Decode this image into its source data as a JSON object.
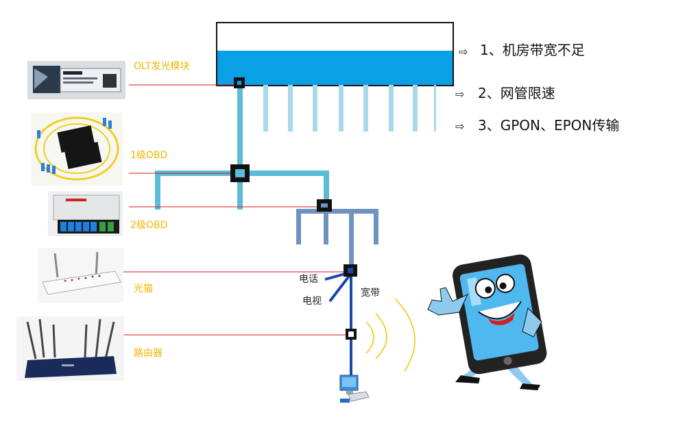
{
  "device_labels": {
    "olt_module": "OLT发光模块",
    "obd_level1": "1级OBD",
    "obd_level2": "2级OBD",
    "modem": "光猫",
    "router": "路由器"
  },
  "service_labels": {
    "phone": "电话",
    "tv": "电视",
    "broadband": "宽带"
  },
  "causes": [
    {
      "arrow": "⇨",
      "text": "1、机房带宽不足"
    },
    {
      "arrow": "⇨",
      "text": "2、网管限速"
    },
    {
      "arrow": "⇨",
      "text": "3、GPON、EPON传输"
    }
  ],
  "colors": {
    "olt_fill": "#0aa0e6",
    "trunk": "#5bbcd8",
    "ports": "#a8d8ea",
    "level2": "#6f92c0",
    "drop": "#1848a8",
    "connector_red": "#d01818",
    "wifi": "#f3c400"
  },
  "device_icons": {
    "olt_module": "sfp-transceiver-icon",
    "obd_level1": "fiber-splitter-icon",
    "obd_level2": "splitter-box-icon",
    "modem": "optical-modem-icon",
    "router": "wifi-router-icon",
    "computer": "computer-icon",
    "phone_mascot": "smartphone-mascot-icon"
  }
}
